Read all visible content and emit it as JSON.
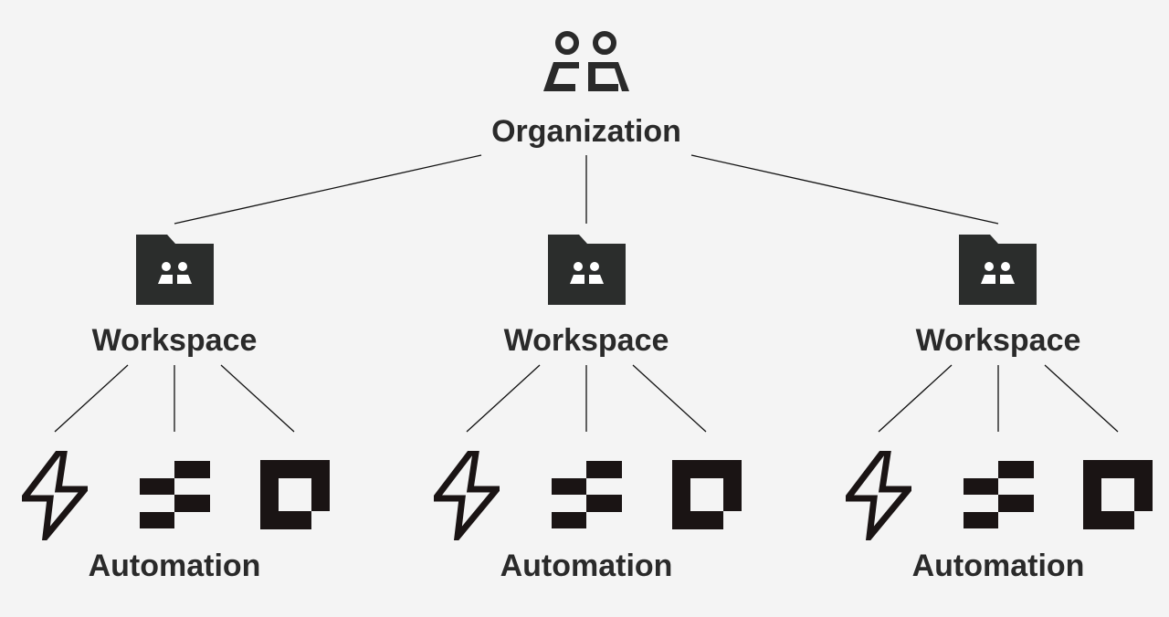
{
  "organization": {
    "label": "Organization",
    "icon": "people-icon"
  },
  "workspaces": [
    {
      "label": "Workspace",
      "icon": "team-folder-icon",
      "automation": {
        "label": "Automation",
        "icons": [
          "lightning-bolt-icon",
          "flow-steps-icon",
          "square-frame-icon"
        ]
      }
    },
    {
      "label": "Workspace",
      "icon": "team-folder-icon",
      "automation": {
        "label": "Automation",
        "icons": [
          "lightning-bolt-icon",
          "flow-steps-icon",
          "square-frame-icon"
        ]
      }
    },
    {
      "label": "Workspace",
      "icon": "team-folder-icon",
      "automation": {
        "label": "Automation",
        "icons": [
          "lightning-bolt-icon",
          "flow-steps-icon",
          "square-frame-icon"
        ]
      }
    }
  ],
  "colors": {
    "background": "#f4f4f4",
    "folder_fill": "#2b2d2c",
    "automation_icons": "#1a1414",
    "lines": "#111111"
  }
}
